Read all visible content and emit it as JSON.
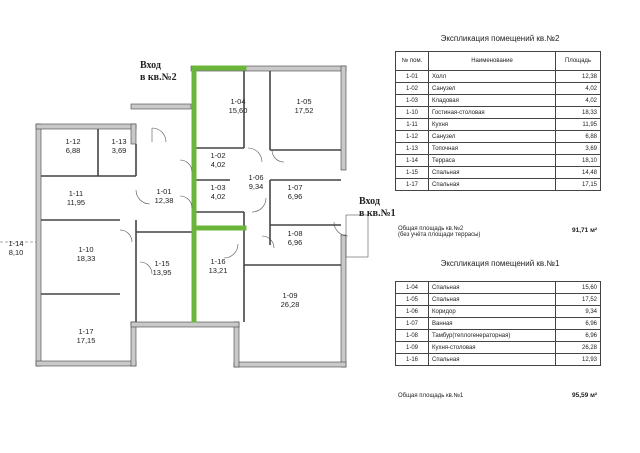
{
  "plan": {
    "entrances": {
      "apt2": [
        "Вход",
        "в кв.№2"
      ],
      "apt1": [
        "Вход",
        "в кв.№1"
      ]
    },
    "rooms": [
      {
        "id": "1-12",
        "area": "6,88"
      },
      {
        "id": "1-13",
        "area": "3,69"
      },
      {
        "id": "1-11",
        "area": "11,95"
      },
      {
        "id": "1-10",
        "area": "18,33"
      },
      {
        "id": "1-17",
        "area": "17,15"
      },
      {
        "id": "1-01",
        "area": "12,38"
      },
      {
        "id": "1-15",
        "area": "13,95"
      },
      {
        "id": "1-02",
        "area": "4,02"
      },
      {
        "id": "1-03",
        "area": "4,02"
      },
      {
        "id": "1-04",
        "area": "15,60"
      },
      {
        "id": "1-05",
        "area": "17,52"
      },
      {
        "id": "1-06",
        "area": "9,34"
      },
      {
        "id": "1-07",
        "area": "6,96"
      },
      {
        "id": "1-08",
        "area": "6,96"
      },
      {
        "id": "1-16",
        "area": "13,21"
      },
      {
        "id": "1-09",
        "area": "26,28"
      },
      {
        "id": "1-14",
        "area": "8,10"
      }
    ],
    "colors": {
      "partition": "#6bb53b",
      "wall_fill": "#c9c9c9"
    }
  },
  "table2": {
    "title": "Экспликация помещений кв.№2",
    "headers": [
      "№ пом.",
      "Наименование",
      "Площадь"
    ],
    "rows": [
      [
        "1-01",
        "Холл",
        "12,38"
      ],
      [
        "1-02",
        "Санузел",
        "4,02"
      ],
      [
        "1-03",
        "Кладовая",
        "4,02"
      ],
      [
        "1-10",
        "Гостиная-столовая",
        "18,33"
      ],
      [
        "1-11",
        "Кухня",
        "11,95"
      ],
      [
        "1-12",
        "Санузел",
        "6,88"
      ],
      [
        "1-13",
        "Топочная",
        "3,69"
      ],
      [
        "1-14",
        "Терраса",
        "18,10"
      ],
      [
        "1-15",
        "Спальная",
        "14,48"
      ],
      [
        "1-17",
        "Спальная",
        "17,15"
      ]
    ],
    "total_label": "Общая площадь кв.№2",
    "total_sub": "(без учёта площади террасы)",
    "total_value": "91,71 м²"
  },
  "table1": {
    "title": "Экспликация помещений кв.№1",
    "rows": [
      [
        "1-04",
        "Спальная",
        "15,60"
      ],
      [
        "1-05",
        "Спальная",
        "17,52"
      ],
      [
        "1-06",
        "Коридор",
        "9,34"
      ],
      [
        "1-07",
        "Ванная",
        "6,96"
      ],
      [
        "1-08",
        "Тамбур(теплогенераторная)",
        "6,96"
      ],
      [
        "1-09",
        "Кухня-столовая",
        "26,28"
      ],
      [
        "1-16",
        "Спальная",
        "12,93"
      ]
    ],
    "total_label": "Общая площадь кв.№1",
    "total_value": "95,59 м²"
  }
}
